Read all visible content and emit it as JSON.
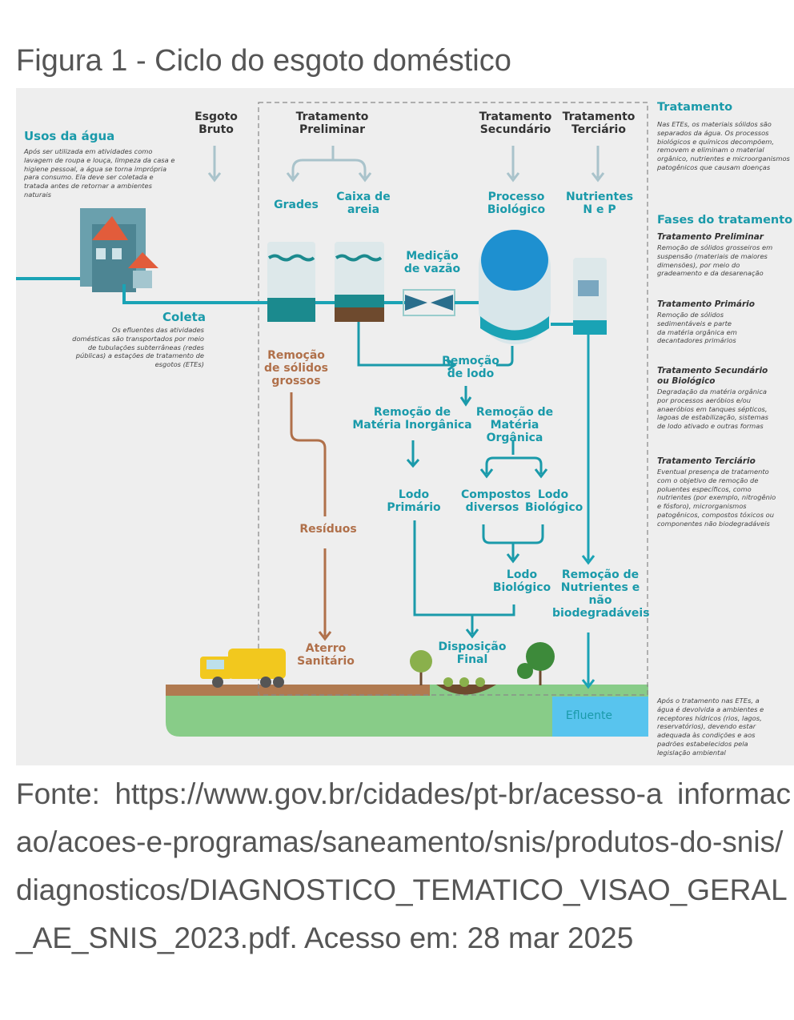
{
  "title": "Figura 1 - Ciclo do esgoto doméstico",
  "diagram": {
    "usos": {
      "heading": "Usos da água",
      "text": "Após ser utilizada em atividades como lavagem de roupa e louça, limpeza da casa e higiene pessoal, a água se torna imprópria para consumo. Ela deve ser coletada e tratada antes de retornar a ambientes naturais"
    },
    "coleta": {
      "heading": "Coleta",
      "text": "Os efluentes das atividades domésticas são transportados por meio de tubulações subterrâneas (redes públicas) a estações de tratamento de esgotos (ETEs)"
    },
    "labels": {
      "esgoto_bruto": "Esgoto Bruto",
      "trat_preliminar": "Tratamento Preliminar",
      "trat_secundario": "Tratamento Secundário",
      "trat_terciario": "Tratamento Terciário",
      "grades": "Grades",
      "caixa_areia": "Caixa de areia",
      "processo_bio": "Processo Biológico",
      "nutrientes": "Nutrientes N e P",
      "medicao": "Medição de vazão",
      "remocao_solidos": "Remoção de sólidos grossos",
      "remocao_lodo": "Remoção de lodo",
      "rem_inorg": "Remoção de Matéria Inorgânica",
      "rem_org": "Remoção de Matéria Orgânica",
      "lodo_primario": "Lodo Primário",
      "compostos": "Compostos diversos",
      "lodo_bio_1": "Lodo Biológico",
      "lodo_bio_2": "Lodo Biológico",
      "remocao_nutrientes": "Remoção de Nutrientes e não biodegradáveis",
      "residuos": "Resíduos",
      "aterro": "Aterro Sanitário",
      "disposicao": "Disposição Final",
      "efluente": "Efluente"
    },
    "right": {
      "tratamento_heading": "Tratamento",
      "tratamento_text": "Nas ETEs, os materiais sólidos são separados da água. Os processos biológicos e químicos decompõem, removem e eliminam o material orgânico, nutrientes e microorganismos patogênicos que causam doenças",
      "fases_heading": "Fases do tratamento",
      "prelim_heading": "Tratamento Preliminar",
      "prelim_text": "Remoção de sólidos grosseiros em suspensão (materiais de maiores dimensões), por meio do gradeamento e da desarenação",
      "primario_heading": "Tratamento Primário",
      "primario_text": "Remoção de sólidos sedimentáveis e parte da matéria orgânica em decantadores primários",
      "secundario_heading": "Tratamento Secundário ou Biológico",
      "secundario_text": "Degradação da matéria orgânica por processos aeróbios e/ou anaeróbios em tanques sépticos, lagoas de estabilização, sistemas de lodo ativado e outras formas",
      "terciario_heading": "Tratamento Terciário",
      "terciario_text": "Eventual presença de tratamento com o objetivo de remoção de poluentes específicos, como nutrientes (por exemplo, nitrogênio e fósforo), microrganismos patogênicos, compostos tóxicos ou componentes não biodegradáveis",
      "final_text": "Após o tratamento nas ETEs, a água é devolvida a ambientes e receptores hídricos (rios, lagos, reservatórios), devendo estar adequada às condições e aos padrões estabelecidos pela legislação ambiental"
    }
  },
  "source": "Fonte:  https://www.gov.br/cidades/pt-br/acesso-a informacao/acoes-e-programas/saneamento/snis/produtos-do-snis/diagnosticos/DIAGNOSTICO_TEMATICO_VISAO_GERAL_AE_SNIS_2023.pdf. Acesso em: 28 mar 2025"
}
